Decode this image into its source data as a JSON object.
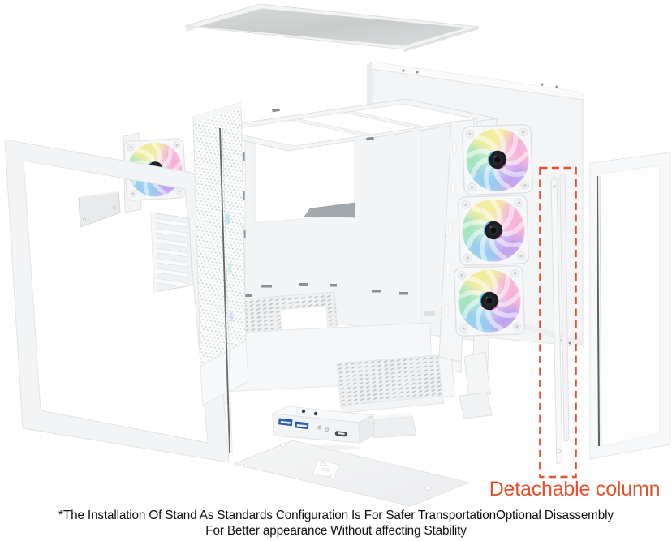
{
  "annotation": {
    "label": "Detachable column"
  },
  "footnote": {
    "line1": "*The Installation Of Stand As Standards Configuration Is For Safer TransportationOptional Disassembly",
    "line2": "For Better appearance Without affecting Stability"
  },
  "colors": {
    "accent": "#e4512c",
    "case_white": "#f5f6f7",
    "glass_gray": "#cfd1d2",
    "glass_edge": "#46514e",
    "usb_blue": "#2e5fc2",
    "fan_rainbow": [
      "#f2ec9d",
      "#f6b3d8",
      "#c2a3ee",
      "#97cdf0",
      "#a5e4bf"
    ]
  }
}
